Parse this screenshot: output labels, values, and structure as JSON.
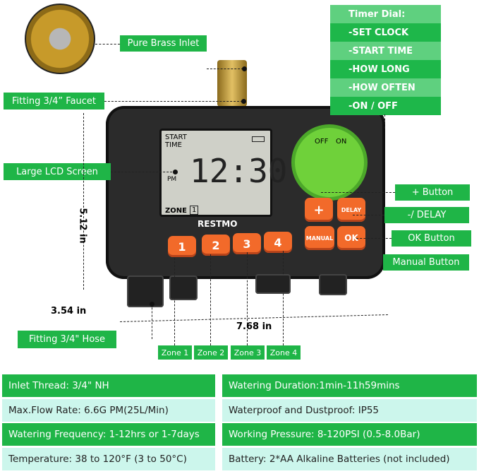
{
  "brand": "RESTMO",
  "lcd": {
    "header": "START\nTIME",
    "time": "12:30",
    "ampm": "PM",
    "zone_label": "ZONE",
    "zone_num": "1"
  },
  "dial": {
    "off": "OFF",
    "on": "ON"
  },
  "buttons": {
    "zone1": "1",
    "zone2": "2",
    "zone3": "3",
    "zone4": "4",
    "plus": "+",
    "delay": "DELAY",
    "manual": "MANUAL",
    "ok": "OK"
  },
  "callouts": {
    "inlet": "Pure Brass Inlet",
    "faucet": "Fitting 3/4” Faucet",
    "lcd": "Large LCD Screen",
    "plus": "+ Button",
    "delay": "-/ DELAY",
    "ok": "OK Button",
    "manual": "Manual Button",
    "hose": "Fitting 3/4\" Hose"
  },
  "zones": [
    "Zone 1",
    "Zone 2",
    "Zone 3",
    "Zone 4"
  ],
  "dimensions": {
    "height": "5.12 in",
    "depth": "3.54 in",
    "width": "7.68 in"
  },
  "timer_dial": [
    "Timer Dial:",
    "-SET CLOCK",
    "-START TIME",
    "-HOW LONG",
    "-HOW OFTEN",
    "-ON  /  OFF"
  ],
  "specs": [
    [
      "Inlet Thread: 3/4\" NH",
      "Watering Duration:1min-11h59mins"
    ],
    [
      "Max.Flow Rate: 6.6G PM(25L/Min)",
      "Waterproof and Dustproof: IP55"
    ],
    [
      "Watering Frequency: 1-12hrs or 1-7days",
      "Working Pressure: 8-120PSI (0.5-8.0Bar)"
    ],
    [
      "Temperature: 38 to 120°F (3 to 50°C)",
      "Battery: 2*AA Alkaline Batteries (not included)"
    ]
  ],
  "colors": {
    "green": "#1fb547",
    "mint": "#ccf6ec",
    "orange": "#f26a2a",
    "dial_green": "#6fd13a"
  }
}
